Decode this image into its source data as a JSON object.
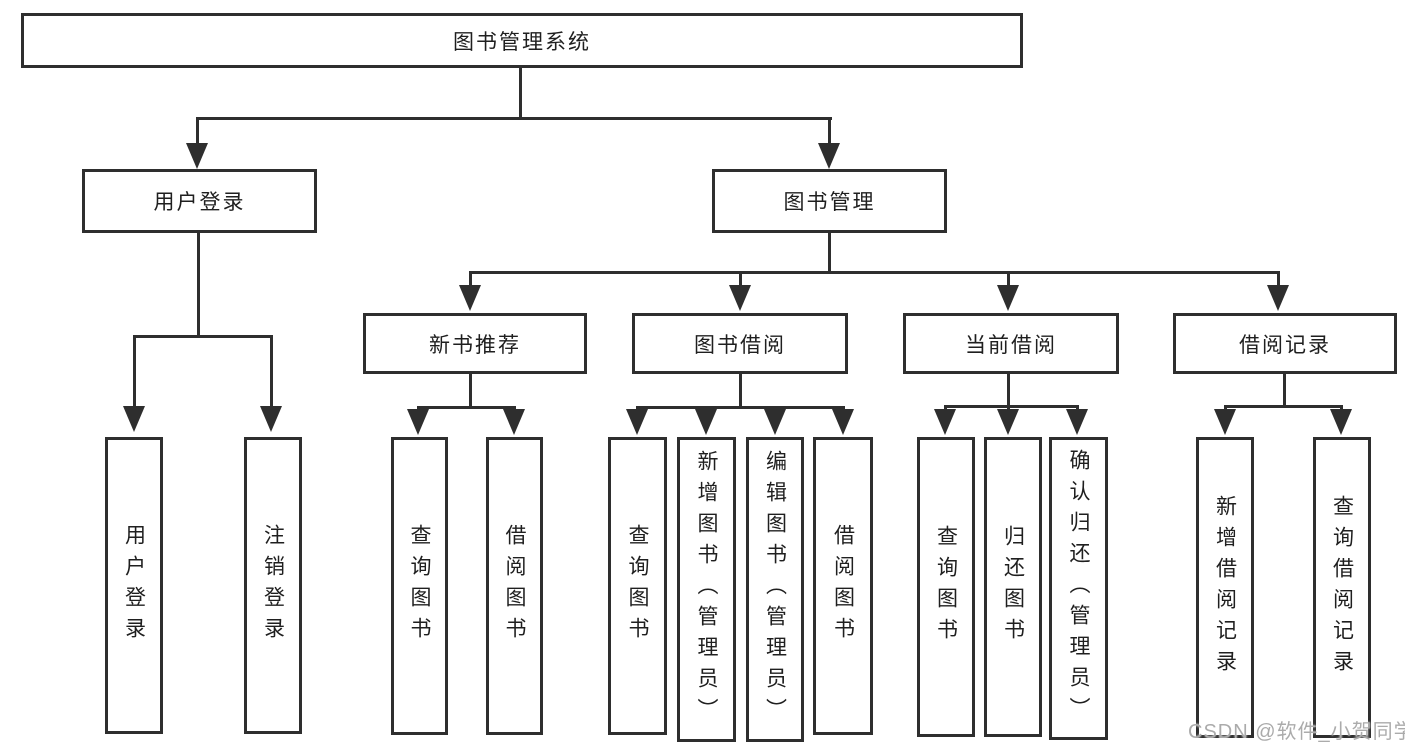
{
  "tree": {
    "label": "图书管理系统",
    "children": [
      {
        "label": "用户登录",
        "children": [
          {
            "label": "用户登录"
          },
          {
            "label": "注销登录"
          }
        ]
      },
      {
        "label": "图书管理",
        "children": [
          {
            "label": "新书推荐",
            "children": [
              {
                "label": "查询图书"
              },
              {
                "label": "借阅图书"
              }
            ]
          },
          {
            "label": "图书借阅",
            "children": [
              {
                "label": "查询图书"
              },
              {
                "label": "新增图书（管理员）"
              },
              {
                "label": "编辑图书（管理员）"
              },
              {
                "label": "借阅图书"
              }
            ]
          },
          {
            "label": "当前借阅",
            "children": [
              {
                "label": "查询图书"
              },
              {
                "label": "归还图书"
              },
              {
                "label": "确认归还（管理员）"
              }
            ]
          },
          {
            "label": "借阅记录",
            "children": [
              {
                "label": "新增借阅记录"
              },
              {
                "label": "查询借阅记录"
              }
            ]
          }
        ]
      }
    ]
  },
  "watermark": {
    "text": "CSDN @软件_小贺同学"
  },
  "colors": {
    "line": "#2e2e2e",
    "background": "#ffffff",
    "text": "#1f1f1f",
    "watermark_text": "#ababab"
  }
}
